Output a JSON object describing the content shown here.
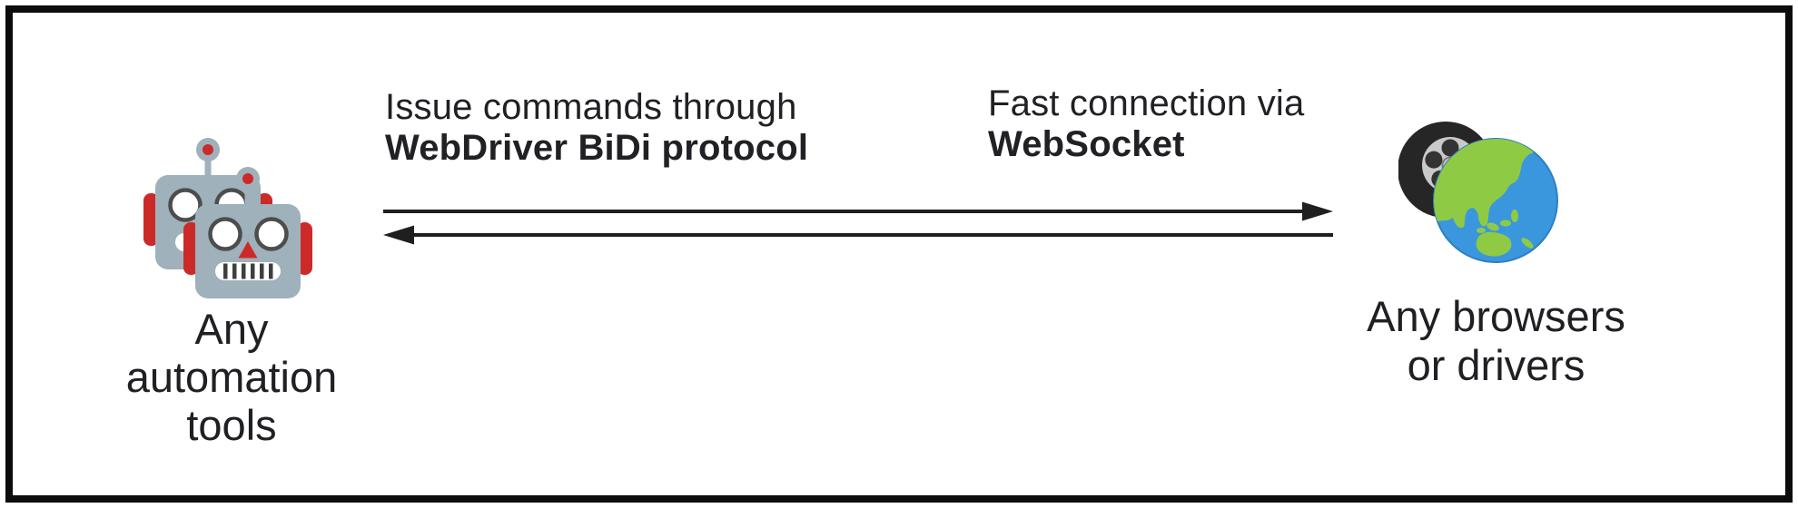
{
  "annotations": {
    "commands": {
      "line1": "Issue commands through",
      "line2": "WebDriver BiDi protocol"
    },
    "connection": {
      "line1": "Fast connection via",
      "line2": "WebSocket"
    }
  },
  "nodes": {
    "left": {
      "icon": "robots-icon",
      "label_lines": [
        "Any",
        "automation",
        "tools"
      ]
    },
    "right": {
      "icon": "globe-tire-icon",
      "label_lines": [
        "Any browsers",
        "or drivers"
      ]
    }
  },
  "arrows": {
    "top": {
      "direction": "left-to-right"
    },
    "bottom": {
      "direction": "right-to-left"
    },
    "color": "#1f1f1f"
  },
  "colors": {
    "background": "#ffffff",
    "border": "#0c0c0c",
    "text": "#202124",
    "robot_body": "#9fb1bb",
    "robot_accent": "#cc2a28",
    "eye_ring": "#4d4d4d",
    "globe_water": "#3b97dd",
    "globe_land": "#8fca45",
    "tire": "#262626",
    "rim": "#c9c9c9"
  }
}
